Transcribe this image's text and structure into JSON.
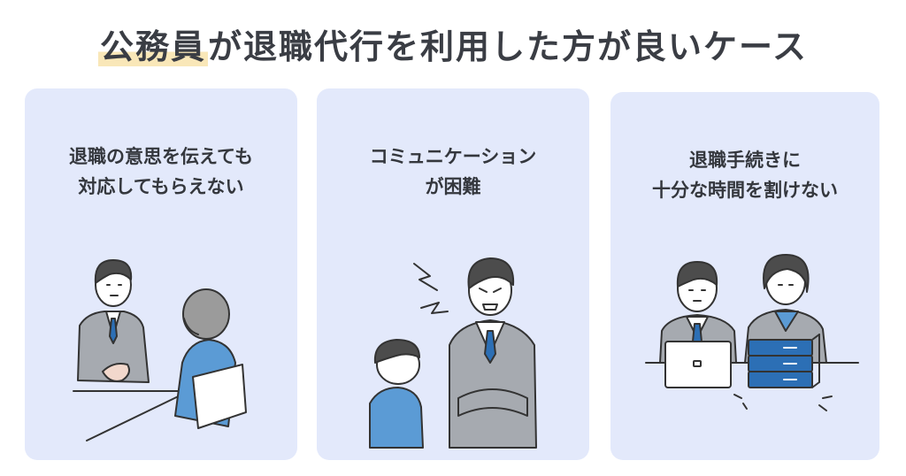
{
  "title": {
    "highlight": "公務員",
    "rest": "が退職代行を利用した方が良いケース"
  },
  "cards": [
    {
      "line1": "退職の意思を伝えても",
      "line2": "対応してもらえない"
    },
    {
      "line1": "コミュニケーション",
      "line2": "が困難"
    },
    {
      "line1": "退職手続きに",
      "line2": "十分な時間を割けない"
    }
  ],
  "colors": {
    "card_bg": "#e3e9fb",
    "suit": "#9ea2a8",
    "hair": "#4c4c4c",
    "blue": "#5b9bd5",
    "tie": "#2c6fb5",
    "highlight": "#f9e7b8"
  }
}
